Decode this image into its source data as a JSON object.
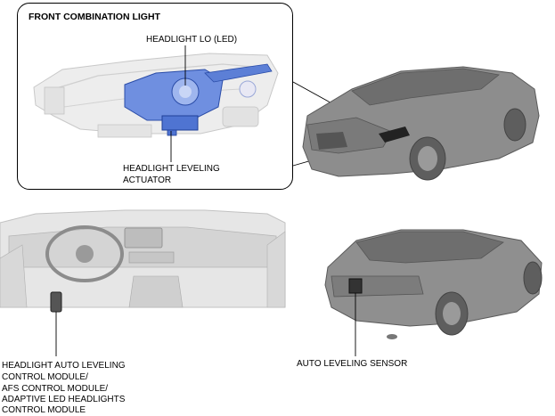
{
  "callout": {
    "title": "FRONT COMBINATION LIGHT",
    "headlight_lo": "HEADLIGHT LO (LED)",
    "leveling_actuator": [
      "HEADLIGHT LEVELING",
      "ACTUATOR"
    ]
  },
  "labels": {
    "control_module": [
      "HEADLIGHT AUTO LEVELING",
      "CONTROL MODULE/",
      "AFS CONTROL MODULE/",
      "ADAPTIVE LED HEADLIGHTS",
      "CONTROL MODULE"
    ],
    "auto_leveling_sensor": "AUTO LEVELING SENSOR"
  },
  "colors": {
    "headlight_highlight": "#3b6fd8",
    "car_body": "#8d8d8d",
    "outline": "#000000",
    "ghost_part": "#d9d9d9"
  }
}
